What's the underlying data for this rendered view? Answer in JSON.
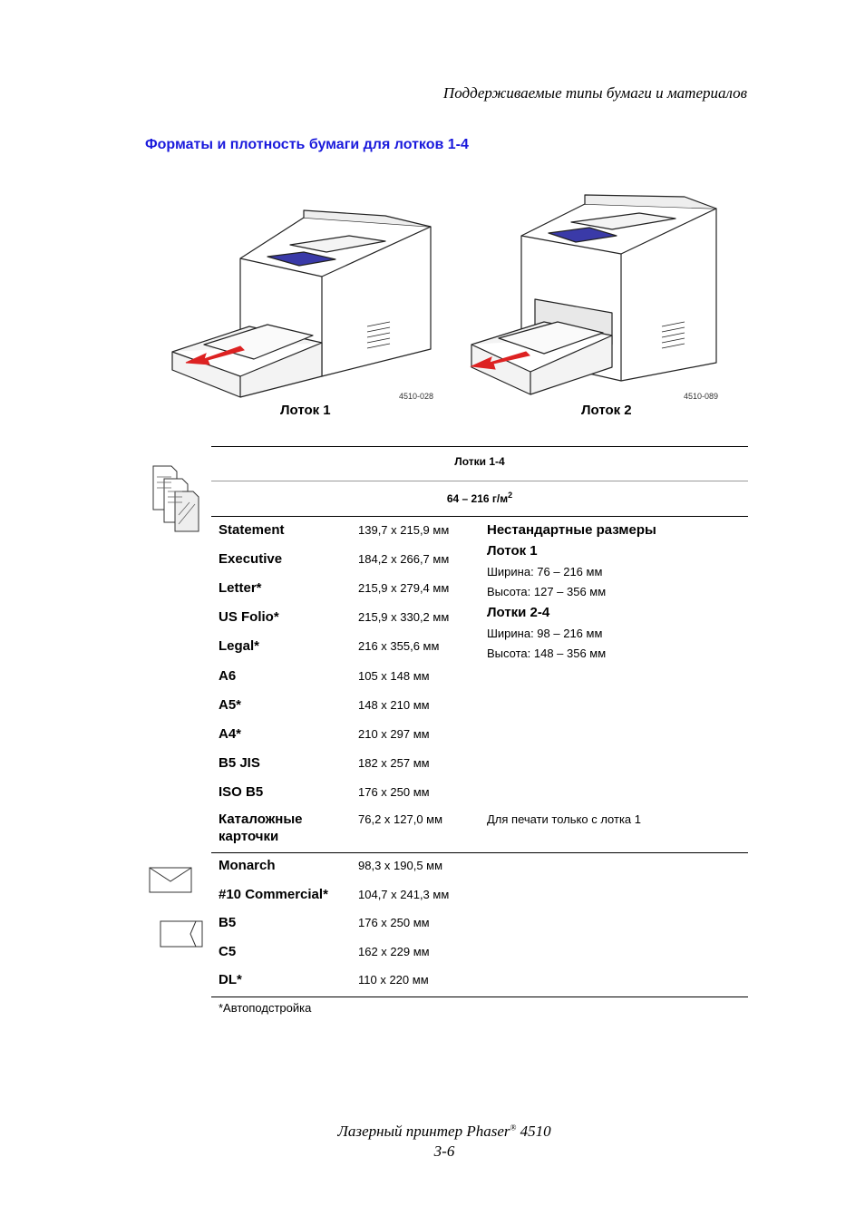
{
  "header": {
    "title": "Поддерживаемые типы бумаги и материалов"
  },
  "section": {
    "title": "Форматы и плотность бумаги для лотков 1-4"
  },
  "figures": [
    {
      "caption": "Лоток 1",
      "code": "4510-028"
    },
    {
      "caption": "Лоток 2",
      "code": "4510-089"
    }
  ],
  "table": {
    "header": "Лотки 1-4",
    "weight": "64 – 216 г/м",
    "weight_sup": "2",
    "paper_rows": [
      {
        "name": "Statement",
        "size": "139,7 x 215,9 мм"
      },
      {
        "name": "Executive",
        "size": "184,2 x 266,7 мм"
      },
      {
        "name": "Letter*",
        "size": "215,9 x 279,4 мм"
      },
      {
        "name": "US Folio*",
        "size": "215,9 x 330,2 мм"
      },
      {
        "name": "Legal*",
        "size": "216 x 355,6 мм"
      },
      {
        "name": "A6",
        "size": "105 x 148 мм"
      },
      {
        "name": "A5*",
        "size": "148 x 210 мм"
      },
      {
        "name": "A4*",
        "size": "210 x 297 мм"
      },
      {
        "name": "B5 JIS",
        "size": "182 x 257 мм"
      },
      {
        "name": "ISO B5",
        "size": "176 x 250 мм"
      }
    ],
    "card_row": {
      "name_line1": "Каталожные",
      "name_line2": "карточки",
      "size": "76,2 x 127,0 мм",
      "note": "Для печати только с лотка 1"
    },
    "custom": {
      "title": "Нестандартные размеры",
      "tray1_title": "Лоток 1",
      "tray1_width": "Ширина: 76 – 216 мм",
      "tray1_height": "Высота: 127 – 356 мм",
      "tray24_title": "Лотки 2-4",
      "tray24_width": "Ширина: 98 – 216 мм",
      "tray24_height": "Высота: 148 – 356 мм"
    },
    "envelope_rows": [
      {
        "name": "Monarch",
        "size": "98,3 x 190,5 мм"
      },
      {
        "name": "#10 Commercial*",
        "size": "104,7 x 241,3 мм"
      },
      {
        "name": "B5",
        "size": "176 x 250 мм"
      },
      {
        "name": "C5",
        "size": "162 x 229 мм"
      },
      {
        "name": "DL*",
        "size": "110 x 220 мм"
      }
    ],
    "footnote": "*Автоподстройка"
  },
  "footer": {
    "line1": "Лазерный принтер Phaser",
    "reg": "®",
    "model": " 4510",
    "page": "3-6"
  }
}
